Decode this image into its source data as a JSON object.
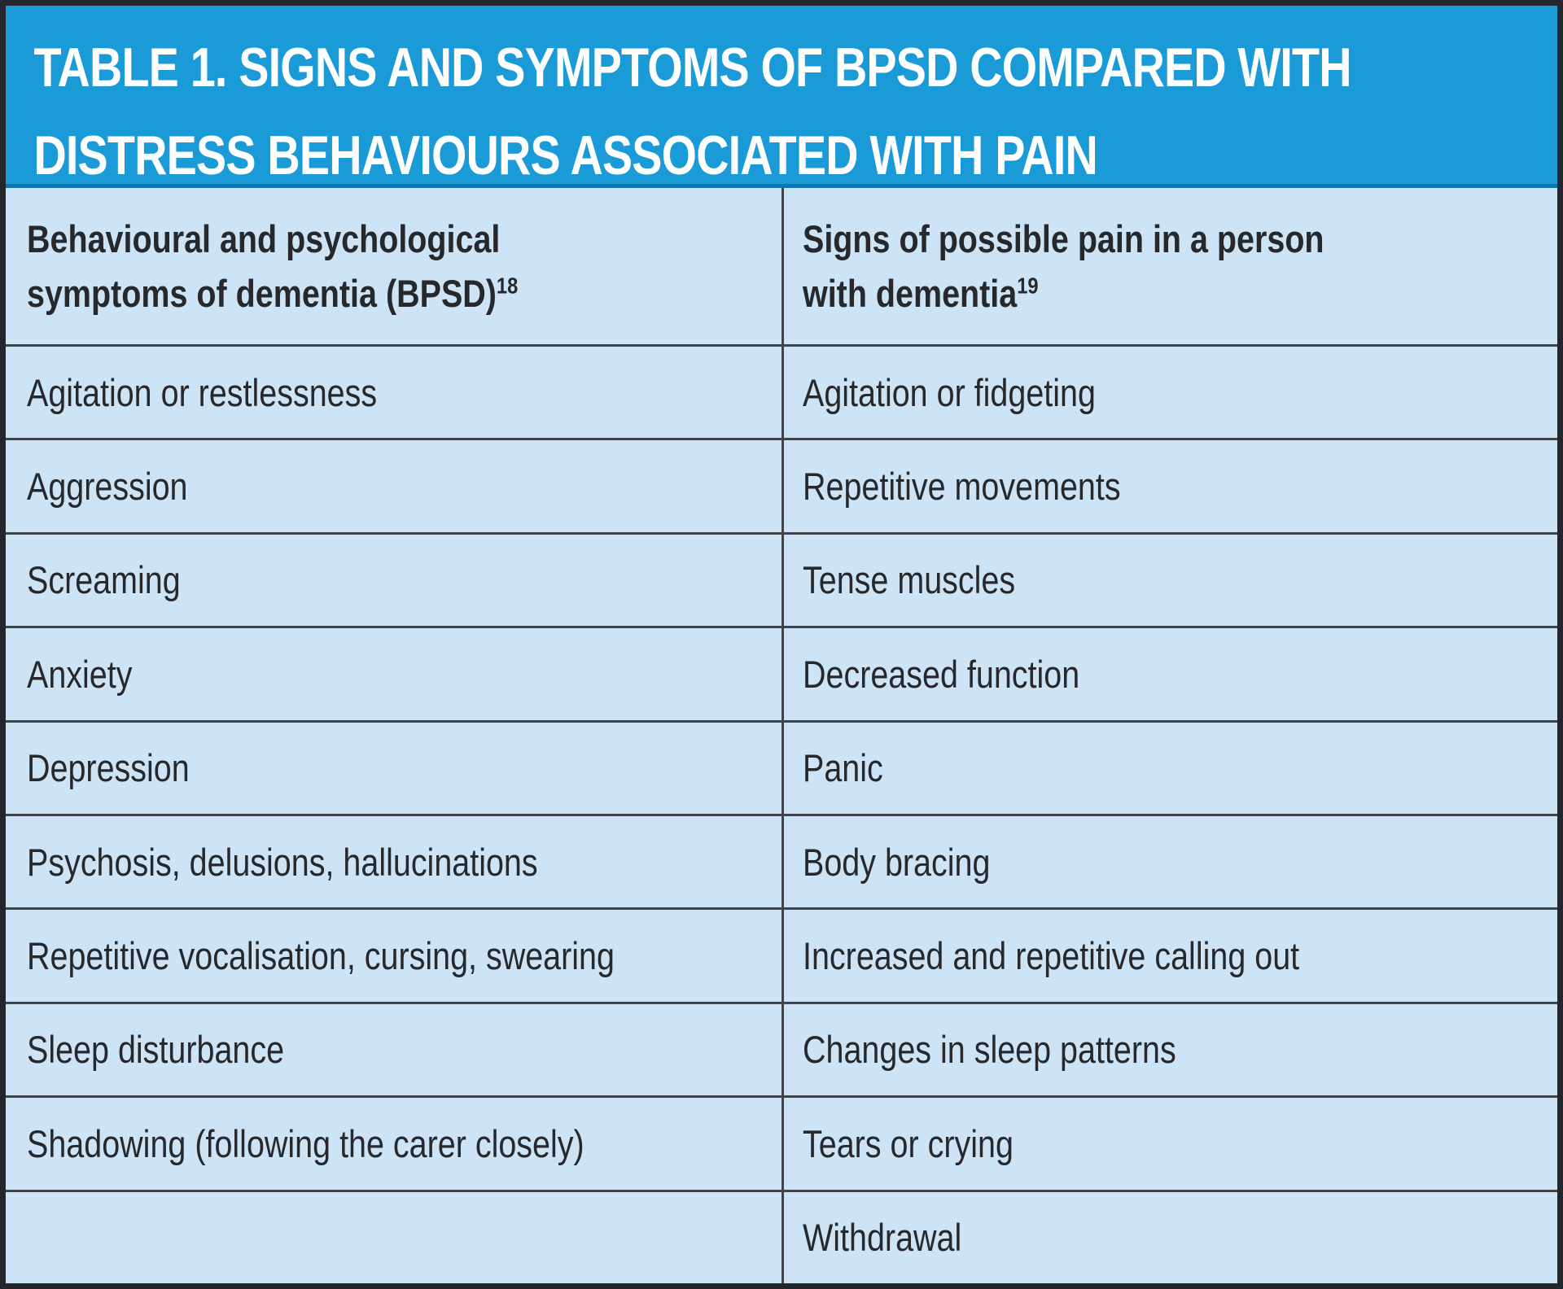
{
  "title": {
    "line1": "TABLE 1. SIGNS AND SYMPTOMS OF BPSD COMPARED WITH",
    "line2": "DISTRESS BEHAVIOURS ASSOCIATED WITH PAIN"
  },
  "columns": [
    {
      "line1": "Behavioural and psychological",
      "line2": "symptoms of dementia (BPSD)",
      "sup": "18"
    },
    {
      "line1": "Signs of possible pain in a person",
      "line2": "with dementia",
      "sup": "19"
    }
  ],
  "rows": [
    {
      "left": "Agitation or restlessness",
      "right": "Agitation or fidgeting"
    },
    {
      "left": "Aggression",
      "right": "Repetitive movements"
    },
    {
      "left": "Screaming",
      "right": "Tense muscles"
    },
    {
      "left": "Anxiety",
      "right": "Decreased function"
    },
    {
      "left": "Depression",
      "right": "Panic"
    },
    {
      "left": "Psychosis, delusions, hallucinations",
      "right": "Body bracing"
    },
    {
      "left": "Repetitive vocalisation, cursing, swearing",
      "right": "Increased and repetitive calling out"
    },
    {
      "left": "Sleep disturbance",
      "right": "Changes in sleep patterns"
    },
    {
      "left": "Shadowing (following the carer closely)",
      "right": "Tears or crying"
    },
    {
      "left": "",
      "right": "Withdrawal"
    }
  ],
  "colors": {
    "band-blue": "#1a9ad7",
    "band-edge": "#0d77ae",
    "cell-bg": "#cde4f6",
    "frame-dark": "#23262d",
    "line-dark": "#40454c",
    "ink": "#26282c",
    "title-ink": "#ffffff"
  }
}
